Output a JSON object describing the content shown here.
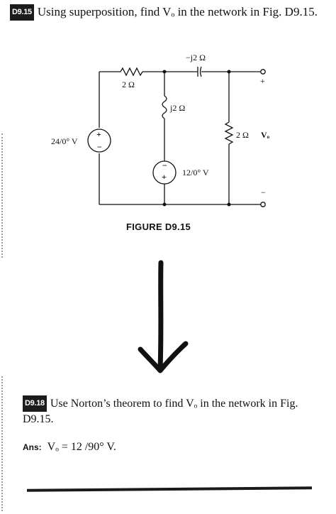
{
  "problem_1": {
    "number": "D9.15",
    "text": "Using superposition, find Vₒ in the network in Fig. D9.15."
  },
  "figure": {
    "caption": "FIGURE D9.15",
    "labels": {
      "series_resistor": "2 Ω",
      "capacitor": "−j2 Ω",
      "inductor": "j2 Ω",
      "load_resistor": "2 Ω",
      "source_left": "24/0° V",
      "source_middle": "12/0° V",
      "output_label": "Vₒ",
      "plus": "+",
      "minus": "−"
    }
  },
  "problem_2": {
    "number": "D9.18",
    "text": "Use Norton’s theorem to find Vₒ in the network in Fig. D9.15."
  },
  "answer": {
    "label": "Ans:",
    "value": "Vₒ = 12 /90° V."
  }
}
